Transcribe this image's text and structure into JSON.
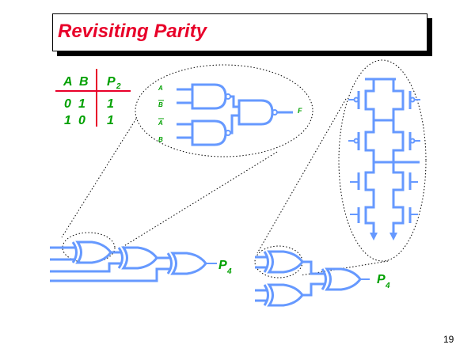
{
  "title": "Revisiting Parity",
  "truth_table": {
    "headers": [
      "A",
      "B",
      "P",
      "2"
    ],
    "rows": [
      [
        "0",
        "1",
        "1"
      ],
      [
        "1",
        "0",
        "1"
      ]
    ]
  },
  "nand_labels": {
    "a": "A",
    "b_bar": "B",
    "a_bar": "A",
    "b": "B",
    "f": "F"
  },
  "outputs": {
    "left": "P",
    "left_sub": "4",
    "right": "P",
    "right_sub": "4"
  },
  "page_number": "19",
  "colors": {
    "title": "#e8002a",
    "wire": "#6699ff",
    "label": "#00a000"
  }
}
